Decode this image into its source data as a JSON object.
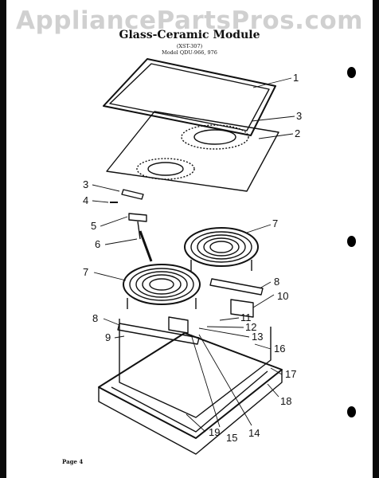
{
  "watermark": "AppliancePartsPros.com",
  "title": "Glass-Ceramic Module",
  "subtitle_1": "(XST-307)",
  "subtitle_2": "Model QDU-966, 976",
  "footer": "Page 4",
  "callouts": [
    "1",
    "3",
    "2",
    "3",
    "4",
    "5",
    "6",
    "7",
    "7",
    "8",
    "10",
    "11",
    "12",
    "13",
    "8",
    "9",
    "16",
    "17",
    "18",
    "14",
    "15",
    "19"
  ],
  "colors": {
    "ink": "#111111",
    "watermark": "#d0d0d0"
  }
}
